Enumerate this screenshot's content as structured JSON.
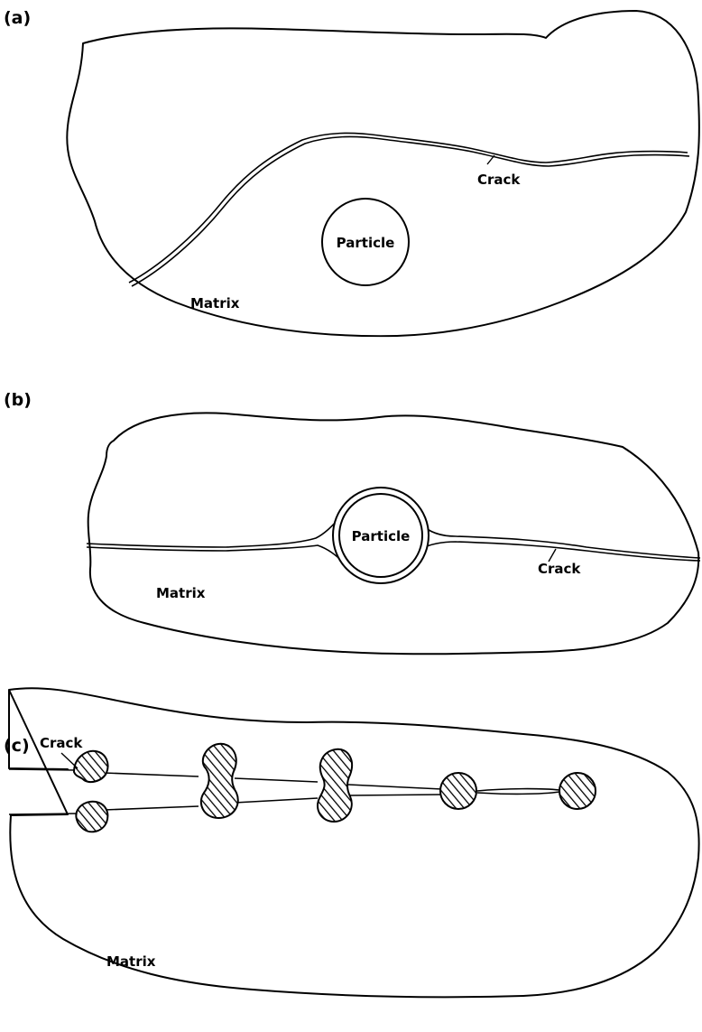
{
  "panels": {
    "a": {
      "label": "(a)",
      "particle": "Particle",
      "crack": "Crack",
      "matrix": "Matrix"
    },
    "b": {
      "label": "(b)",
      "particle": "Particle",
      "crack": "Crack",
      "matrix": "Matrix"
    },
    "c": {
      "label": "(c)",
      "crack": "Crack",
      "matrix": "Matrix"
    }
  }
}
